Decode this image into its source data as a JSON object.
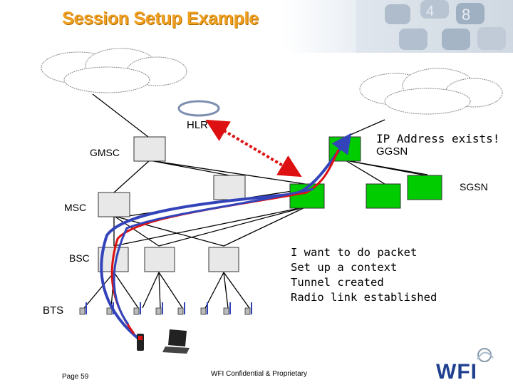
{
  "slide": {
    "title": "Session Setup Example"
  },
  "nodes": {
    "hlr": "HLR",
    "gmsc": "GMSC",
    "ggsn": "GGSN",
    "sgsn": "SGSN",
    "msc": "MSC",
    "bsc": "BSC",
    "bts": "BTS"
  },
  "annotations": {
    "ip_exists": "IP Address exists!",
    "steps": [
      "I want to do packet",
      "Set up a context",
      "Tunnel created",
      "Radio link established"
    ]
  },
  "footer": {
    "page": "Page 59",
    "confidential": "WFI Confidential & Proprietary",
    "logo": "WFI"
  },
  "colors": {
    "title": "#f0a020",
    "gray_node": "#e8e8e8",
    "green_node": "#00cc00",
    "blue_path": "#3344bb",
    "red_path": "#dd1111",
    "hlr_ring": "#7d8fb0"
  }
}
